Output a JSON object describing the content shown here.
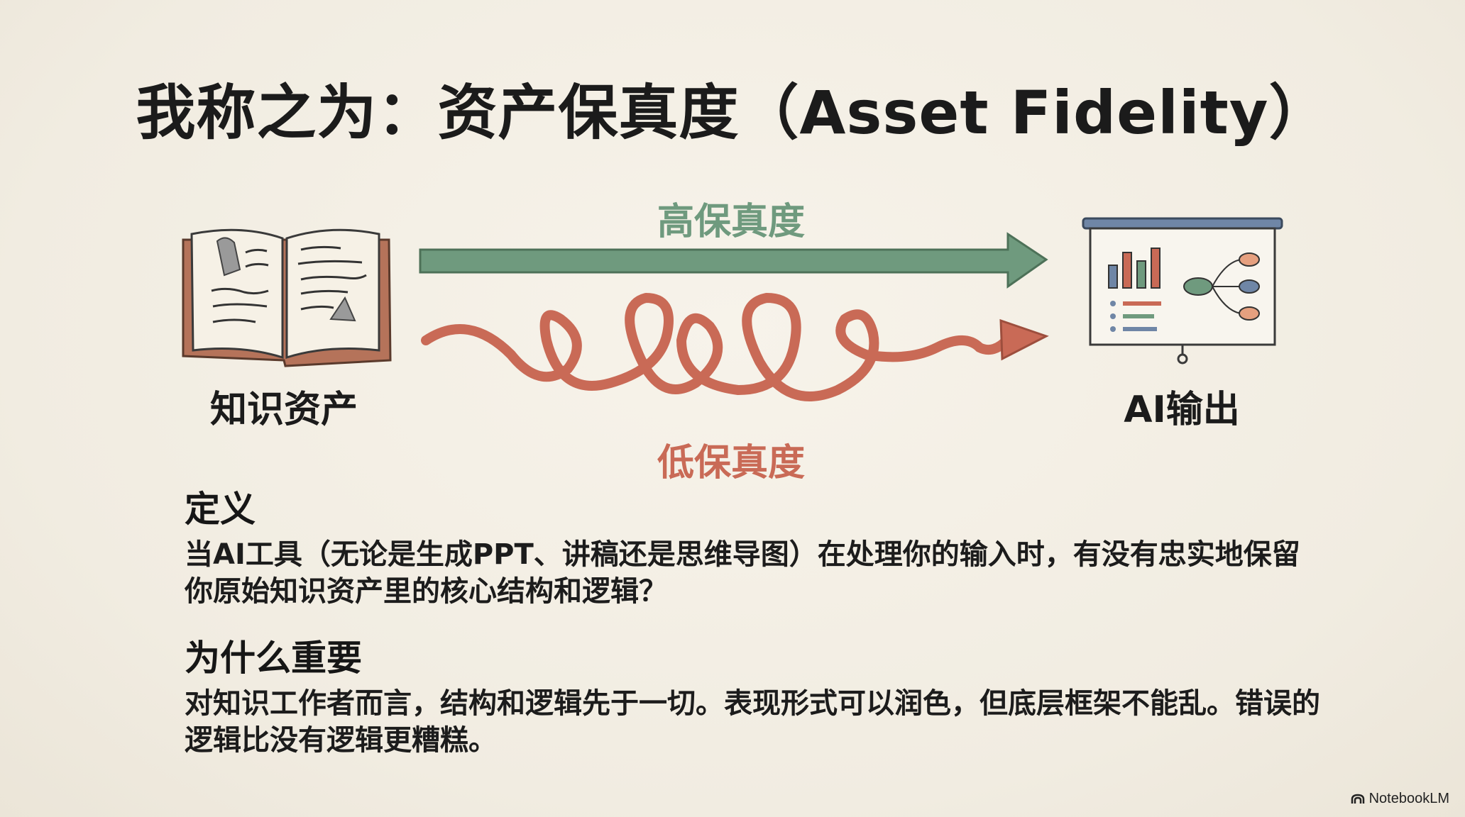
{
  "title": "我称之为：资产保真度（Asset Fidelity）",
  "diagram": {
    "source_label": "知识资产",
    "output_label": "AI输出",
    "high_label": "高保真度",
    "low_label": "低保真度",
    "icons": {
      "source": "open-book-icon",
      "output": "presentation-board-icon"
    },
    "colors": {
      "high_arrow": "#6f9a7e",
      "low_arrow": "#c96a56",
      "book_cover": "#b5735a"
    }
  },
  "definition": {
    "heading": "定义",
    "text": "当AI工具（无论是生成PPT、讲稿还是思维导图）在处理你的输入时，有没有忠实地保留你原始知识资产里的核心结构和逻辑？"
  },
  "importance": {
    "heading": "为什么重要",
    "text": "对知识工作者而言，结构和逻辑先于一切。表现形式可以润色，但底层框架不能乱。错误的逻辑比没有逻辑更糟糕。"
  },
  "brand": {
    "name": "NotebookLM"
  }
}
